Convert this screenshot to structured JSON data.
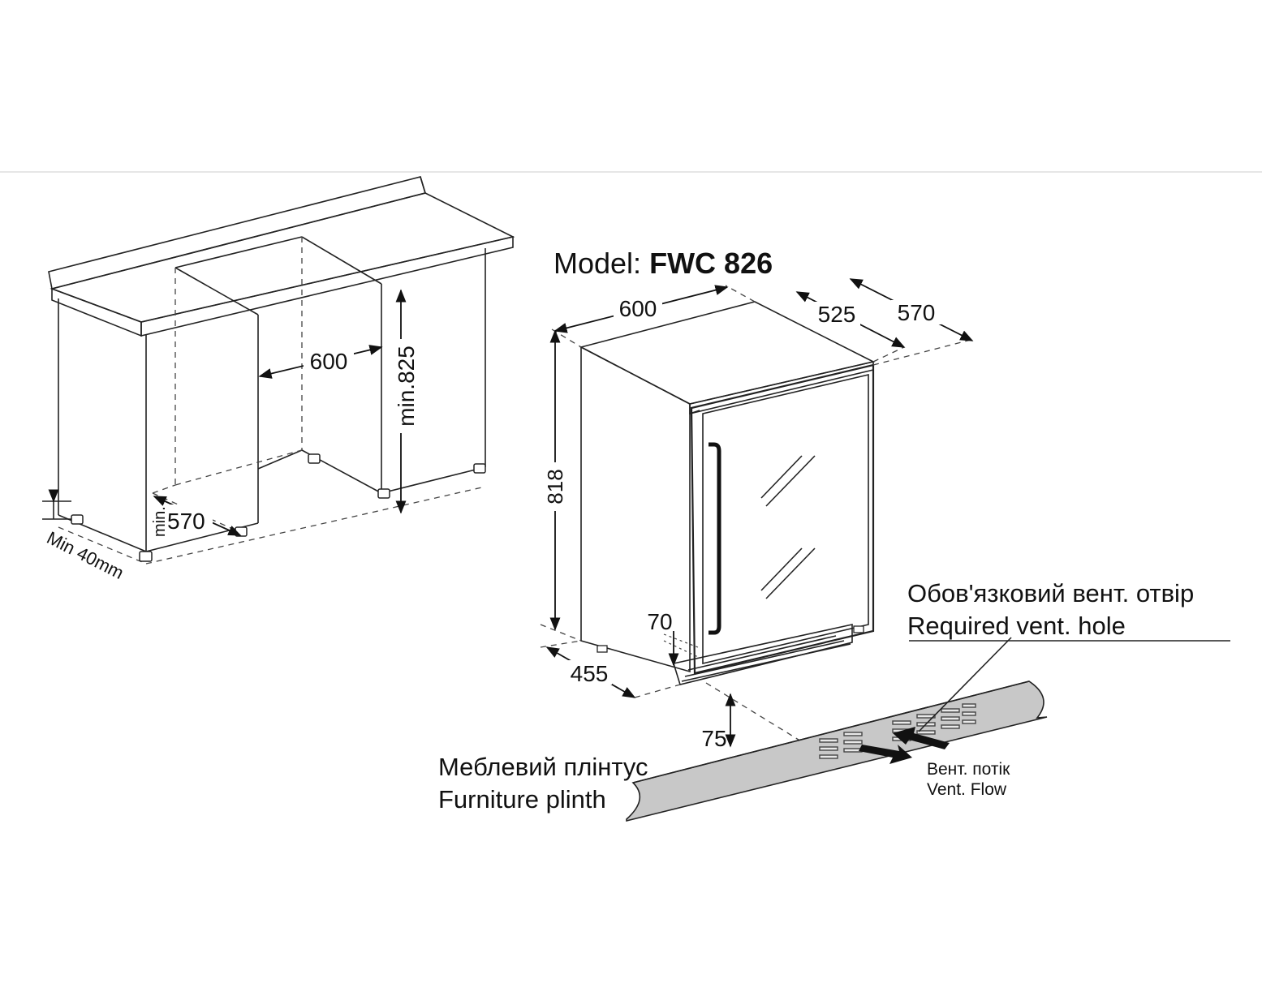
{
  "model": {
    "prefix": "Model:",
    "name": "FWC 826"
  },
  "cabinet": {
    "width": "600",
    "height": "min.825",
    "depth_prefix": "min.",
    "depth": "570",
    "clearance": "Min 40mm"
  },
  "appliance": {
    "width": "600",
    "depth_body": "525",
    "depth_total": "570",
    "height": "818",
    "door_gap": "70",
    "door_open_depth": "455",
    "plinth_height": "75"
  },
  "vent_hole": {
    "label_uk": "Обов'язковий вент. отвір",
    "label_en": "Required vent. hole"
  },
  "vent_flow": {
    "label_uk": "Вент. потік",
    "label_en": "Vent. Flow"
  },
  "plinth": {
    "label_uk": "Меблевий плінтус",
    "label_en": "Furniture plinth"
  }
}
